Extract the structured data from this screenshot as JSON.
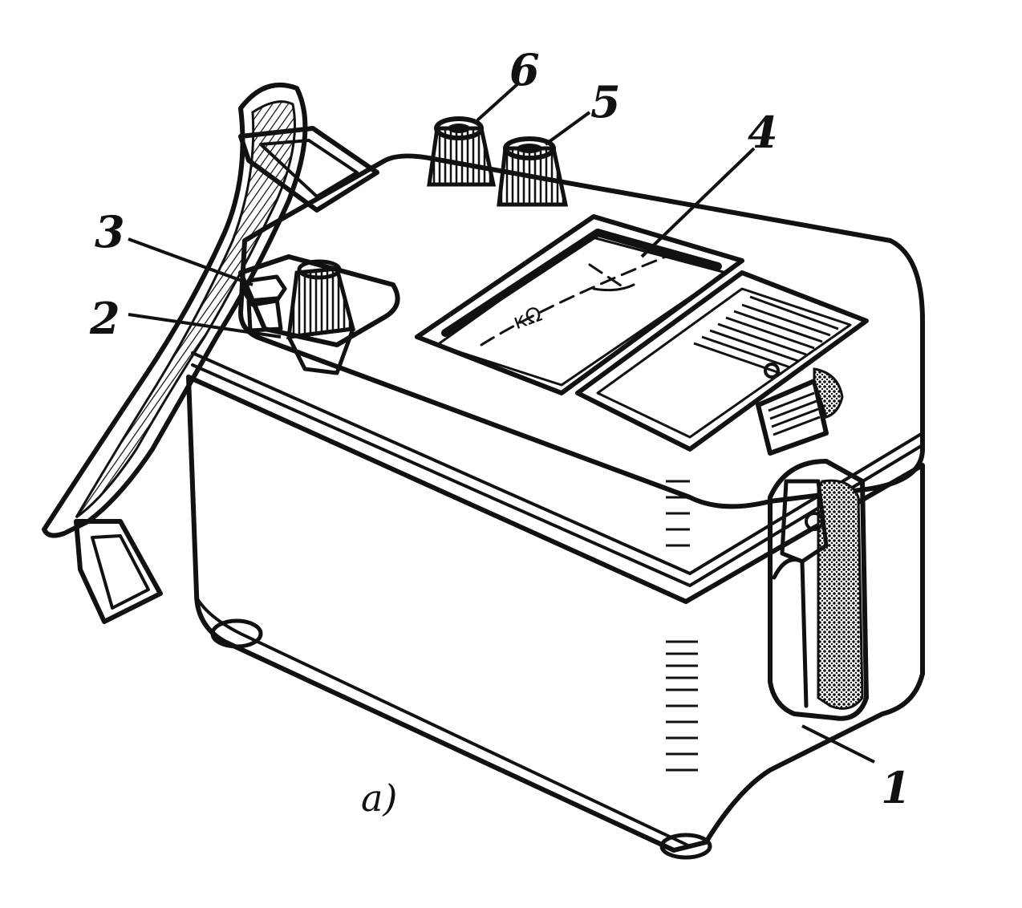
{
  "figure": {
    "labels": {
      "l1": "1",
      "l2": "2",
      "l3": "3",
      "l4": "4",
      "l5": "5",
      "l6": "6"
    },
    "caption": "a)",
    "scale_mark": "кΩ"
  },
  "colors": {
    "ink": "#111111",
    "paper": "#ffffff"
  }
}
